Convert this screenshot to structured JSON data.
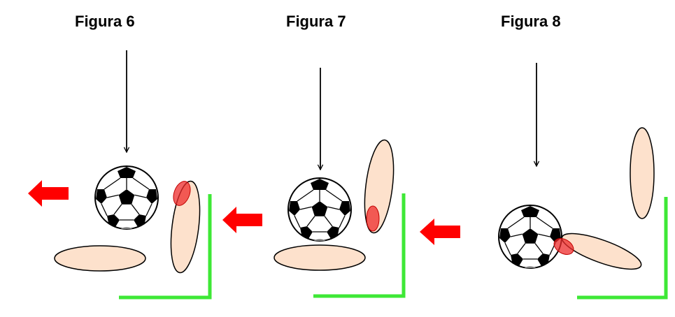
{
  "figures": [
    {
      "title": "Figura 6"
    },
    {
      "title": "Figura 7"
    },
    {
      "title": "Figura 8"
    }
  ],
  "colors": {
    "foot": "#fde1cc",
    "contact": "#ee2b2b",
    "motion_arrow": "#ff0000",
    "wall": "#3ee836",
    "force_arrow": "#000000"
  }
}
